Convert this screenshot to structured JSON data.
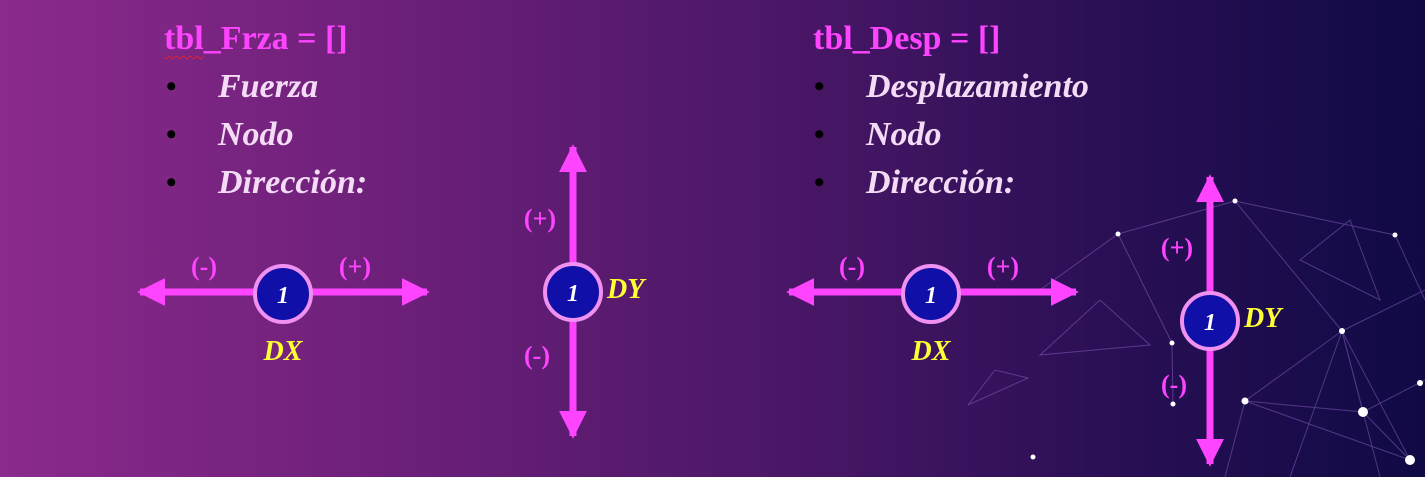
{
  "left": {
    "title_prefix": "tbl",
    "title_rest": "_Frza = []",
    "bullets": [
      "Fuerza",
      "Nodo",
      "Dirección:"
    ],
    "node_x": {
      "label": "1",
      "minus": "(-)",
      "plus": "(+)",
      "axis": "DX"
    },
    "node_y": {
      "label": "1",
      "minus": "(-)",
      "plus": "(+)",
      "axis": "DY"
    }
  },
  "right": {
    "title": "tbl_Desp = []",
    "bullets": [
      "Desplazamiento",
      "Nodo",
      "Dirección:"
    ],
    "node_x": {
      "label": "1",
      "minus": "(-)",
      "plus": "(+)",
      "axis": "DX"
    },
    "node_y": {
      "label": "1",
      "minus": "(-)",
      "plus": "(+)",
      "axis": "DY"
    }
  },
  "colors": {
    "accent": "#ff44ff",
    "node_fill": "#1010a8",
    "node_stroke": "#f090f0",
    "axis_label": "#ffff33",
    "bullet_text": "#f4dcf6"
  }
}
